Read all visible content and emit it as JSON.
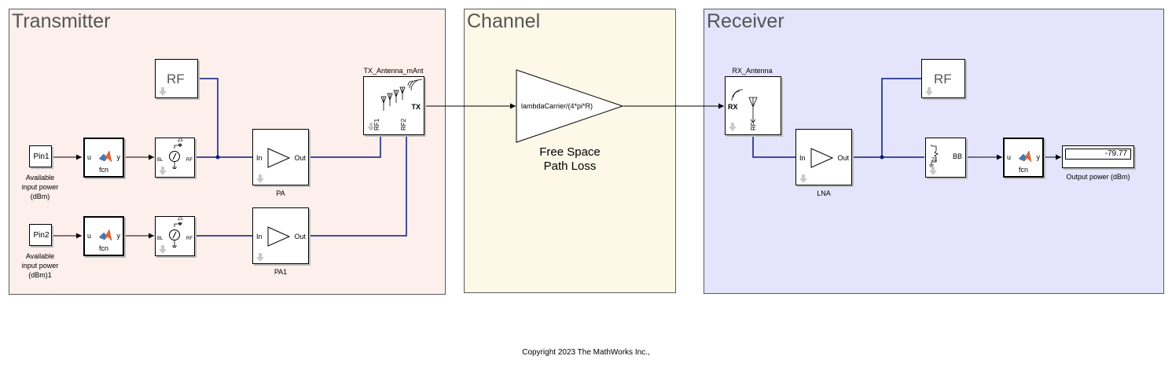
{
  "areas": {
    "transmitter": "Transmitter",
    "channel": "Channel",
    "receiver": "Receiver"
  },
  "blocks": {
    "pin1": "Pin1",
    "pin1_label": "Available\ninput power\n(dBm)",
    "pin2": "Pin2",
    "pin2_label": "Available\ninput power\n(dBm)1",
    "fcn": "fcn",
    "port_u": "u",
    "port_y": "y",
    "rf": "RF",
    "port_in": "In",
    "port_out": "Out",
    "pa": "PA",
    "pa1": "PA1",
    "lna": "LNA",
    "tx_antenna": "TX_Antenna_mAnt",
    "tx_port": "TX",
    "rf1": "RF1",
    "rf2": "RF2",
    "rx_antenna": "RX_Antenna",
    "rx_port": "RX",
    "rx_rf": "RF",
    "gain_expr": "lambdaCarrier/(4*pi*R)",
    "fsl_label": "Free Space\nPath Loss",
    "bb": "BB",
    "display_value": "-79.77",
    "output_label": "Output power (dBm)",
    "sensor_zs": "Zs",
    "sensor_bl": "BL",
    "sensor_rf": "RF",
    "zl": "ZL"
  },
  "footer": {
    "copyright": "Copyright 2023 The MathWorks Inc.,"
  },
  "colors": {
    "transmitter_bg": "#fcefec",
    "channel_bg": "#fdf8e8",
    "receiver_bg": "#e4e4fc",
    "rf_line": "#0a1a7a",
    "signal_line": "#000000"
  }
}
